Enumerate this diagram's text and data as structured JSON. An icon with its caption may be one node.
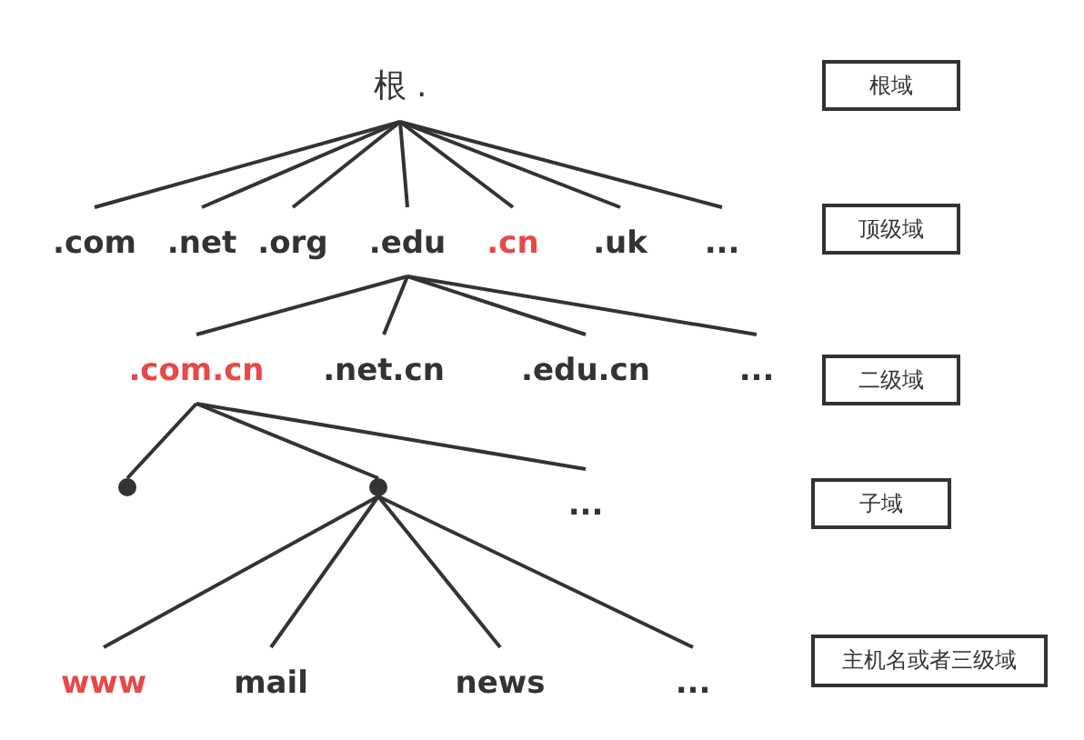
{
  "diagram": {
    "nodes": [
      {
        "text": [
          "根 ."
        ]
      },
      {
        "text": [
          ".com"
        ]
      },
      {
        "text": [
          ".net"
        ]
      },
      {
        "text": [
          ".org"
        ]
      },
      {
        "text": [
          ".edu"
        ]
      },
      {
        "text": [
          ".cn"
        ]
      },
      {
        "text": [
          ".uk"
        ]
      },
      {
        "text": [
          "..."
        ]
      },
      {
        "text": [
          ".com.cn"
        ]
      },
      {
        "text": [
          ".net.cn"
        ]
      },
      {
        "text": [
          ".edu.cn"
        ]
      },
      {
        "text": [
          "..."
        ]
      },
      {
        "text": [],
        "shape": "dot"
      },
      {
        "text": [],
        "shape": "dot"
      },
      {
        "text": [
          "..."
        ]
      },
      {
        "text": [
          "www"
        ]
      },
      {
        "text": [
          "mail"
        ]
      },
      {
        "text": [
          "news"
        ]
      },
      {
        "text": [
          "..."
        ]
      },
      {
        "text": [
          "根域"
        ]
      },
      {
        "text": [
          "顶级域"
        ]
      },
      {
        "text": [
          "二级域"
        ]
      },
      {
        "text": [
          "子域"
        ]
      },
      {
        "text": [
          "主机名或者三级域"
        ]
      }
    ],
    "edges": [
      {
        "from": 0,
        "to": 1,
        "arrow": "none"
      },
      {
        "from": 0,
        "to": 2,
        "arrow": "none"
      },
      {
        "from": 0,
        "to": 3,
        "arrow": "none"
      },
      {
        "from": 0,
        "to": 4,
        "arrow": "none"
      },
      {
        "from": 0,
        "to": 5,
        "arrow": "none"
      },
      {
        "from": 0,
        "to": 6,
        "arrow": "none"
      },
      {
        "from": 0,
        "to": 7,
        "arrow": "none"
      },
      {
        "from": 4,
        "to": 8,
        "arrow": "none"
      },
      {
        "from": 4,
        "to": 9,
        "arrow": "none"
      },
      {
        "from": 4,
        "to": 10,
        "arrow": "none"
      },
      {
        "from": 4,
        "to": 11,
        "arrow": "none"
      },
      {
        "from": 8,
        "to": 12,
        "arrow": "none"
      },
      {
        "from": 8,
        "to": 13,
        "arrow": "none"
      },
      {
        "from": 8,
        "to": 14,
        "arrow": "none"
      },
      {
        "from": 13,
        "to": 15,
        "arrow": "none"
      },
      {
        "from": 13,
        "to": 16,
        "arrow": "none"
      },
      {
        "from": 13,
        "to": 17,
        "arrow": "none"
      },
      {
        "from": 13,
        "to": 18,
        "arrow": "none"
      }
    ]
  }
}
